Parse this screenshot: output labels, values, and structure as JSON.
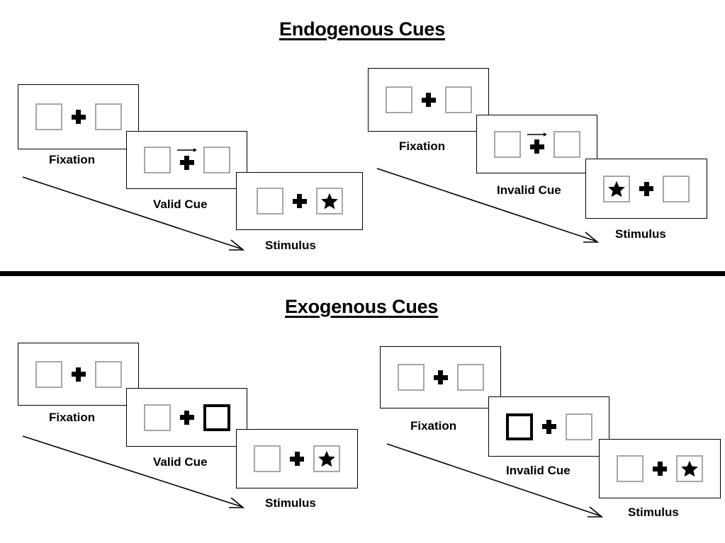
{
  "figure": {
    "type": "diagram",
    "description": "Spatial cueing paradigm trial sequences for endogenous and exogenous attention cues"
  },
  "divider": {
    "color": "#000000"
  },
  "colors": {
    "panel_border": "#000000",
    "box_border": "#a6a6a6",
    "cued_box_border": "#000000",
    "ink": "#000000",
    "background": "#ffffff"
  },
  "sections": [
    {
      "id": "endogenous",
      "title": "Endogenous Cues",
      "trials": [
        {
          "id": "endogenous-valid",
          "frames": [
            {
              "label": "Fixation",
              "left_box": "empty",
              "right_box": "empty",
              "cue_arrow": "none",
              "cross": "plus"
            },
            {
              "label": "Valid Cue",
              "left_box": "empty",
              "right_box": "empty",
              "cue_arrow": "right",
              "cross": "plus"
            },
            {
              "label": "Stimulus",
              "left_box": "empty",
              "right_box": "star",
              "cue_arrow": "none",
              "cross": "plus"
            }
          ]
        },
        {
          "id": "endogenous-invalid",
          "frames": [
            {
              "label": "Fixation",
              "left_box": "empty",
              "right_box": "empty",
              "cue_arrow": "none",
              "cross": "plus"
            },
            {
              "label": "Invalid Cue",
              "left_box": "empty",
              "right_box": "empty",
              "cue_arrow": "right",
              "cross": "plus"
            },
            {
              "label": "Stimulus",
              "left_box": "star",
              "right_box": "empty",
              "cue_arrow": "none",
              "cross": "plus"
            }
          ]
        }
      ]
    },
    {
      "id": "exogenous",
      "title": "Exogenous Cues",
      "trials": [
        {
          "id": "exogenous-valid",
          "frames": [
            {
              "label": "Fixation",
              "left_box": "empty",
              "right_box": "empty",
              "cue_arrow": "none",
              "cross": "plus"
            },
            {
              "label": "Valid Cue",
              "left_box": "empty",
              "right_box": "cued",
              "cue_arrow": "none",
              "cross": "plus"
            },
            {
              "label": "Stimulus",
              "left_box": "empty",
              "right_box": "star",
              "cue_arrow": "none",
              "cross": "plus"
            }
          ]
        },
        {
          "id": "exogenous-invalid",
          "frames": [
            {
              "label": "Fixation",
              "left_box": "empty",
              "right_box": "empty",
              "cue_arrow": "none",
              "cross": "plus"
            },
            {
              "label": "Invalid Cue",
              "left_box": "cued",
              "right_box": "empty",
              "cue_arrow": "none",
              "cross": "plus"
            },
            {
              "label": "Stimulus",
              "left_box": "empty",
              "right_box": "star",
              "cue_arrow": "none",
              "cross": "plus"
            }
          ]
        }
      ]
    }
  ]
}
